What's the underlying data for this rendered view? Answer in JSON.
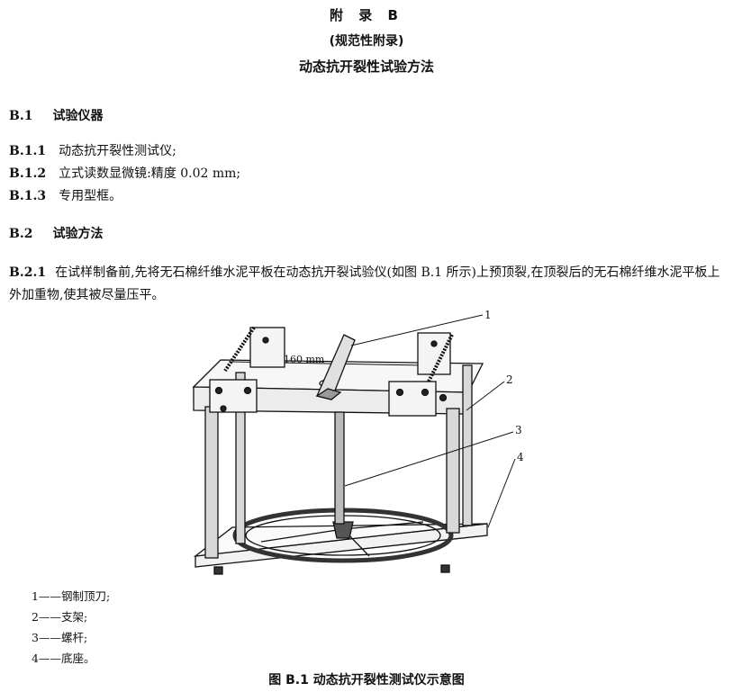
{
  "header": {
    "appendix": "附 录 B",
    "type": "(规范性附录)",
    "title": "动态抗开裂性试验方法"
  },
  "sections": {
    "b1": {
      "num": "B.1",
      "title": "试验仪器"
    },
    "b11": {
      "num": "B.1.1",
      "text": "动态抗开裂性测试仪;"
    },
    "b12": {
      "num": "B.1.2",
      "text": "立式读数显微镜:精度 0.02 mm;"
    },
    "b13": {
      "num": "B.1.3",
      "text": "专用型框。"
    },
    "b2": {
      "num": "B.2",
      "title": "试验方法"
    },
    "b21": {
      "num": "B.2.1",
      "text": "在试样制备前,先将无石棉纤维水泥平板在动态抗开裂试验仪(如图 B.1 所示)上预顶裂,在顶裂后的无石棉纤维水泥平板上外加重物,使其被尽量压平。"
    }
  },
  "figure": {
    "dimension": "160 mm",
    "callouts": [
      "1",
      "2",
      "3",
      "4"
    ],
    "legend": [
      "1——钢制顶刀;",
      "2——支架;",
      "3——螺杆;",
      "4——底座。"
    ],
    "caption": "图 B.1 动态抗开裂性测试仪示意图"
  }
}
